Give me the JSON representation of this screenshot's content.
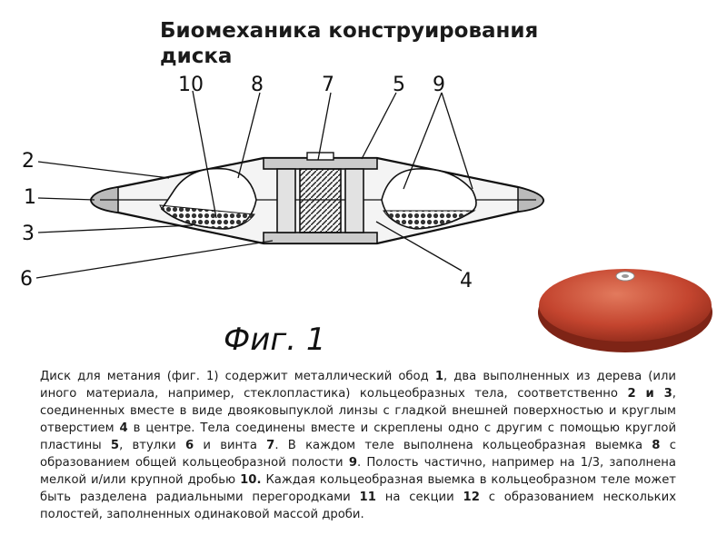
{
  "title": "Биомеханика конструирования диска",
  "figure": {
    "caption": "Фиг. 1",
    "labels": {
      "l10": "10",
      "l8": "8",
      "l7": "7",
      "l5": "5",
      "l9": "9",
      "l2": "2",
      "l1": "1",
      "l3": "3",
      "l6": "6",
      "l4": "4"
    }
  },
  "description": {
    "p1": "Диск для метания (фиг. 1) содержит металлический обод ",
    "n1": "1",
    "p2": ", два выполненных из дерева (или иного материала, например, стеклопластика) кольцеобразных тела, соответственно ",
    "n2": "2 и 3",
    "p3": ", соединенных вместе в виде двояковыпуклой линзы с гладкой внешней поверхностью и круглым отверстием ",
    "n4": "4",
    "p4": " в центре. Тела соединены вместе и скреплены одно с другим с помощью круглой пластины ",
    "n5": "5",
    "p5": ", втулки ",
    "n6": "6",
    "p6": " и винта ",
    "n7": "7",
    "p7": ". В каждом теле выполнена кольцеобразная выемка ",
    "n8": "8",
    "p8": " с образованием общей кольцеобразной полости ",
    "n9": "9",
    "p9": ". Полость частично, например на 1/3, заполнена мелкой и/или крупной дробью ",
    "n10": "10.",
    "p10": " Каждая кольцеобразная выемка в кольцеобразном теле может быть разделена радиальными перегородками ",
    "n11": "11",
    "p11": " на секции ",
    "n12": "12",
    "p12": " с образованием нескольких полостей, заполненных одинаковой массой дроби."
  },
  "colors": {
    "disc_red": "#c4452f",
    "disc_highlight": "#e27a5d",
    "ink": "#111111"
  }
}
